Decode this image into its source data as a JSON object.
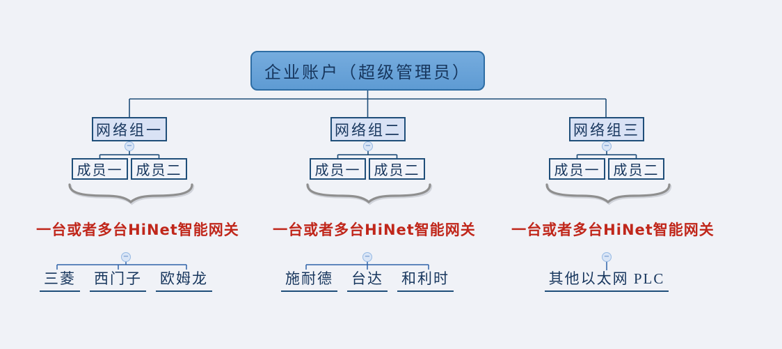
{
  "colors": {
    "background": "#F0F2F7",
    "root_fill": "#69A2D9",
    "root_border": "#2E6DA4",
    "group_fill": "#D9E2F5",
    "member_fill": "#F1F3F9",
    "node_border": "#1F4E79",
    "node_text": "#17365D",
    "connector_line": "#1F4E79",
    "bracket_line": "#2E62A8",
    "brace_gray": "#8F8F8F",
    "note_red": "#C0271B"
  },
  "icons": {
    "collapse": "−"
  },
  "root": {
    "label": "企业账户（超级管理员）"
  },
  "groups": [
    {
      "label": "网络组一",
      "members": [
        "成员一",
        "成员二"
      ],
      "note": "一台或者多台HiNet智能网关",
      "devices": [
        "三菱",
        "西门子",
        "欧姆龙"
      ]
    },
    {
      "label": "网络组二",
      "members": [
        "成员一",
        "成员二"
      ],
      "note": "一台或者多台HiNet智能网关",
      "devices": [
        "施耐德",
        "台达",
        "和利时"
      ]
    },
    {
      "label": "网络组三",
      "members": [
        "成员一",
        "成员二"
      ],
      "note": "一台或者多台HiNet智能网关",
      "devices": [
        "其他以太网 PLC"
      ]
    }
  ]
}
